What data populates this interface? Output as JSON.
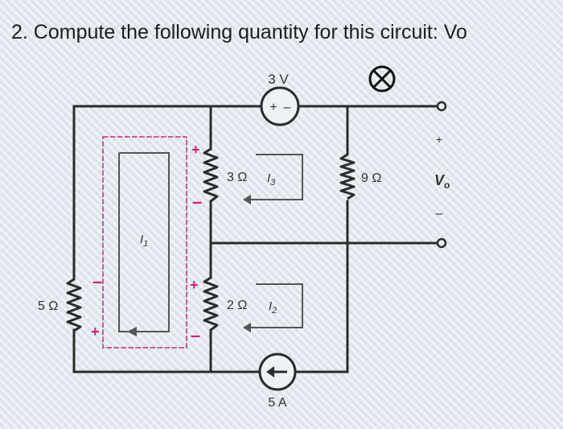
{
  "question": {
    "text": "2. Compute the following quantity for this circuit: Vo"
  },
  "circuit": {
    "voltage_source": {
      "label": "3 V",
      "polarity_plus": "+",
      "polarity_minus": "–"
    },
    "current_source": {
      "label": "5 A"
    },
    "resistors": {
      "r3": {
        "label": "3 Ω"
      },
      "r2": {
        "label": "2 Ω"
      },
      "r9": {
        "label": "9 Ω"
      },
      "r5": {
        "label": "5 Ω"
      }
    },
    "currents": {
      "i1": {
        "label": "I",
        "sub": "1"
      },
      "i2": {
        "label": "I",
        "sub": "2"
      },
      "i3": {
        "label": "I",
        "sub": "3"
      }
    },
    "output": {
      "label": "V",
      "sub": "o",
      "plus": "+",
      "minus": "–"
    },
    "markers": {
      "r3_plus": "+",
      "r3_minus": "–",
      "r2_plus": "+",
      "r2_minus": "–",
      "r5_plus": "+",
      "r5_minus": "–"
    },
    "colors": {
      "wire": "#2b2b2b",
      "marker": "#e0197d",
      "loop": "#4a4a4a"
    }
  }
}
